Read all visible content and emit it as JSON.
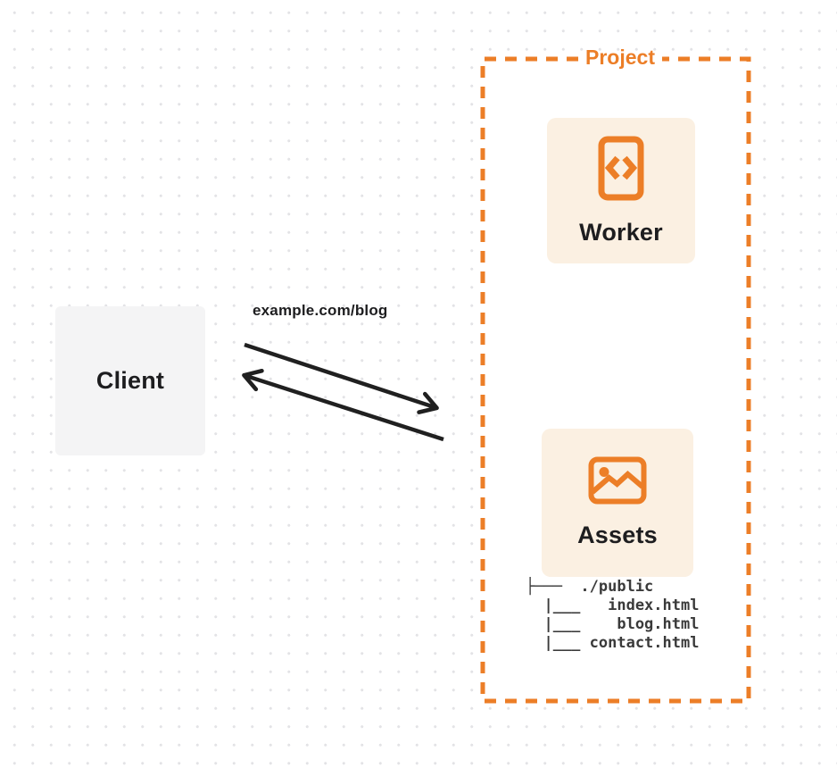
{
  "diagram": {
    "client": {
      "label": "Client"
    },
    "request": {
      "url": "example.com/blog"
    },
    "arrows": [
      {
        "name": "request-arrow",
        "direction": "client-to-project"
      },
      {
        "name": "response-arrow",
        "direction": "project-to-client"
      }
    ],
    "project": {
      "label": "Project",
      "worker": {
        "label": "Worker",
        "icon": "code-brackets-icon"
      },
      "assets": {
        "label": "Assets",
        "icon": "image-picture-icon",
        "file_tree": {
          "lines": [
            "├───  ./public",
            "  |___   index.html",
            "  |___    blog.html",
            "  |___ contact.html"
          ]
        }
      }
    },
    "colors": {
      "accent_orange": "#EC7E27",
      "card_cream": "#FBF0E2",
      "client_gray": "#F4F4F5",
      "text_dark": "#1D1D1F",
      "tree_text": "#3A3A3A",
      "arrow_black": "#202020",
      "dot_grid": "#E3E3E6",
      "project_fill": "#FFFFFF"
    }
  }
}
